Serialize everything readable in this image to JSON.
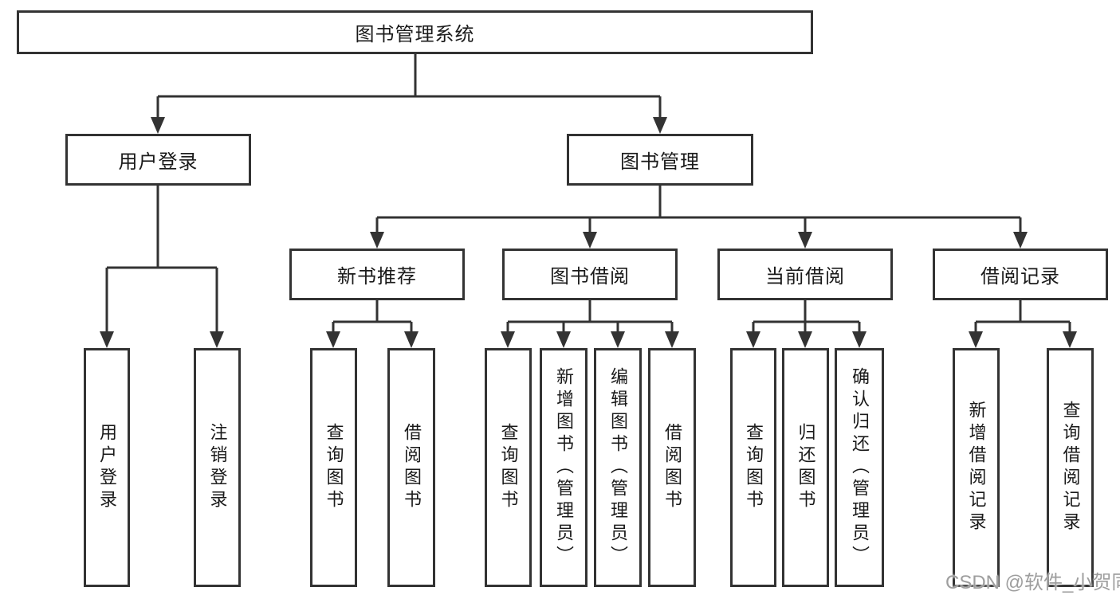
{
  "diagram_title": "图书管理系统",
  "tree": {
    "root": "图书管理系统",
    "children": [
      {
        "label": "用户登录",
        "children": [
          "用户登录",
          "注销登录"
        ]
      },
      {
        "label": "图书管理",
        "children": [
          {
            "label": "新书推荐",
            "children": [
              "查询图书",
              "借阅图书"
            ]
          },
          {
            "label": "图书借阅",
            "children": [
              "查询图书",
              "新增图书（管理员）",
              "编辑图书（管理员）",
              "借阅图书"
            ]
          },
          {
            "label": "当前借阅",
            "children": [
              "查询图书",
              "归还图书",
              "确认归还（管理员）"
            ]
          },
          {
            "label": "借阅记录",
            "children": [
              "新增借阅记录",
              "查询借阅记录"
            ]
          }
        ]
      }
    ]
  },
  "watermark": {
    "text": "CSDN @软件_小贺同学"
  },
  "colors": {
    "line": "#333333",
    "box_border": "#333333",
    "text": "#1a1a1a",
    "background": "#ffffff",
    "watermark": "#9e9e9e"
  }
}
